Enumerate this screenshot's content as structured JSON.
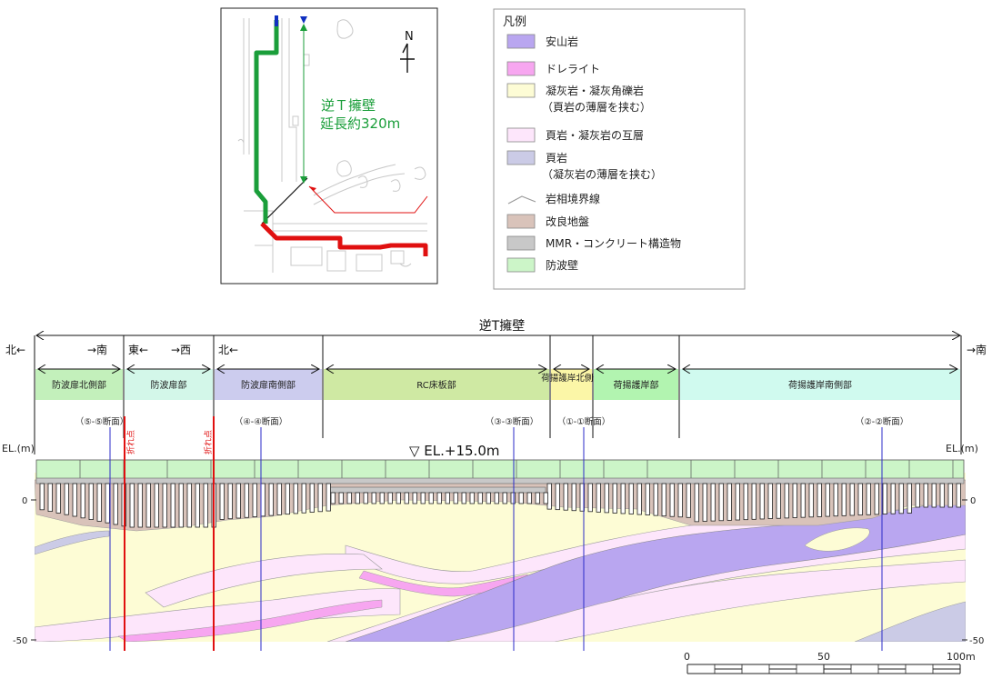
{
  "key_map": {
    "north_label": "N",
    "wall_title": "逆Ｔ擁壁",
    "wall_length": "延長約320m",
    "colors": {
      "north_wall": "#1a9e3a",
      "south_wall": "#e01010",
      "marker": "#1030c0",
      "dim": "#1a9e3a"
    }
  },
  "legend": {
    "title": "凡例",
    "items": [
      {
        "label": "安山岩",
        "color": "#b9a6f0"
      },
      {
        "label": "ドレライト",
        "color": "#f7a6f0"
      },
      {
        "label": "凝灰岩・凝灰角礫岩",
        "sublabel": "（頁岩の薄層を挟む）",
        "color": "#fdfcd5"
      },
      {
        "label": "頁岩・凝灰岩の互層",
        "color": "#fde6fb"
      },
      {
        "label": "頁岩",
        "sublabel": "（凝灰岩の薄層を挟む）",
        "color": "#cbcbe6"
      },
      {
        "label": "岩相境界線",
        "color": "#9a9a9a",
        "symbol": "line"
      },
      {
        "label": "改良地盤",
        "color": "#d9c3ba"
      },
      {
        "label": "MMR・コンクリート構造物",
        "color": "#c8c8c8"
      },
      {
        "label": "防波壁",
        "color": "#ccf5c8"
      }
    ]
  },
  "section": {
    "title": "逆T擁壁",
    "direction_left": "北←",
    "direction_right": "→南",
    "sub_directions": [
      {
        "id": "nanh",
        "text": "→南"
      },
      {
        "id": "higashi",
        "text": "東←"
      },
      {
        "id": "nishi",
        "text": "→西"
      },
      {
        "id": "kita2",
        "text": "北←"
      }
    ],
    "segments": [
      {
        "id": "seg1",
        "label": "防波扉北側部",
        "color": "#c3f0bb"
      },
      {
        "id": "seg2",
        "label": "防波扉部",
        "color": "#d3f7e9"
      },
      {
        "id": "seg3",
        "label": "防波扉南側部",
        "color": "#ccccee"
      },
      {
        "id": "seg4",
        "label": "RC床板部",
        "color": "#cfe9a3"
      },
      {
        "id": "seg5",
        "label": "荷揚護岸北側部",
        "color": "#fbf6a7"
      },
      {
        "id": "seg6",
        "label": "荷揚護岸部",
        "color": "#b2f4b0"
      },
      {
        "id": "seg7",
        "label": "荷揚護岸南側部",
        "color": "#d0faef"
      }
    ],
    "cross_sections": [
      {
        "id": "s5",
        "label": "（⑤-⑤断面）"
      },
      {
        "id": "s4",
        "label": "（④-④断面）"
      },
      {
        "id": "s3",
        "label": "（③-③断面）"
      },
      {
        "id": "s1",
        "label": "（①-①断面）"
      },
      {
        "id": "s2",
        "label": "（②-②断面）"
      }
    ],
    "fold_label": "折れ点",
    "el_unit_left": "EL.(m)",
    "el_unit_right": "EL.(m)",
    "crest_label": "▽ EL.+15.0m",
    "el_ticks": [
      {
        "id": "t0",
        "text": "0"
      },
      {
        "id": "t50",
        "text": "-50"
      }
    ],
    "scale_bar": {
      "ticks": [
        {
          "id": "sb0",
          "text": "0"
        },
        {
          "id": "sb50",
          "text": "50"
        },
        {
          "id": "sb100",
          "text": "100m"
        }
      ]
    }
  }
}
